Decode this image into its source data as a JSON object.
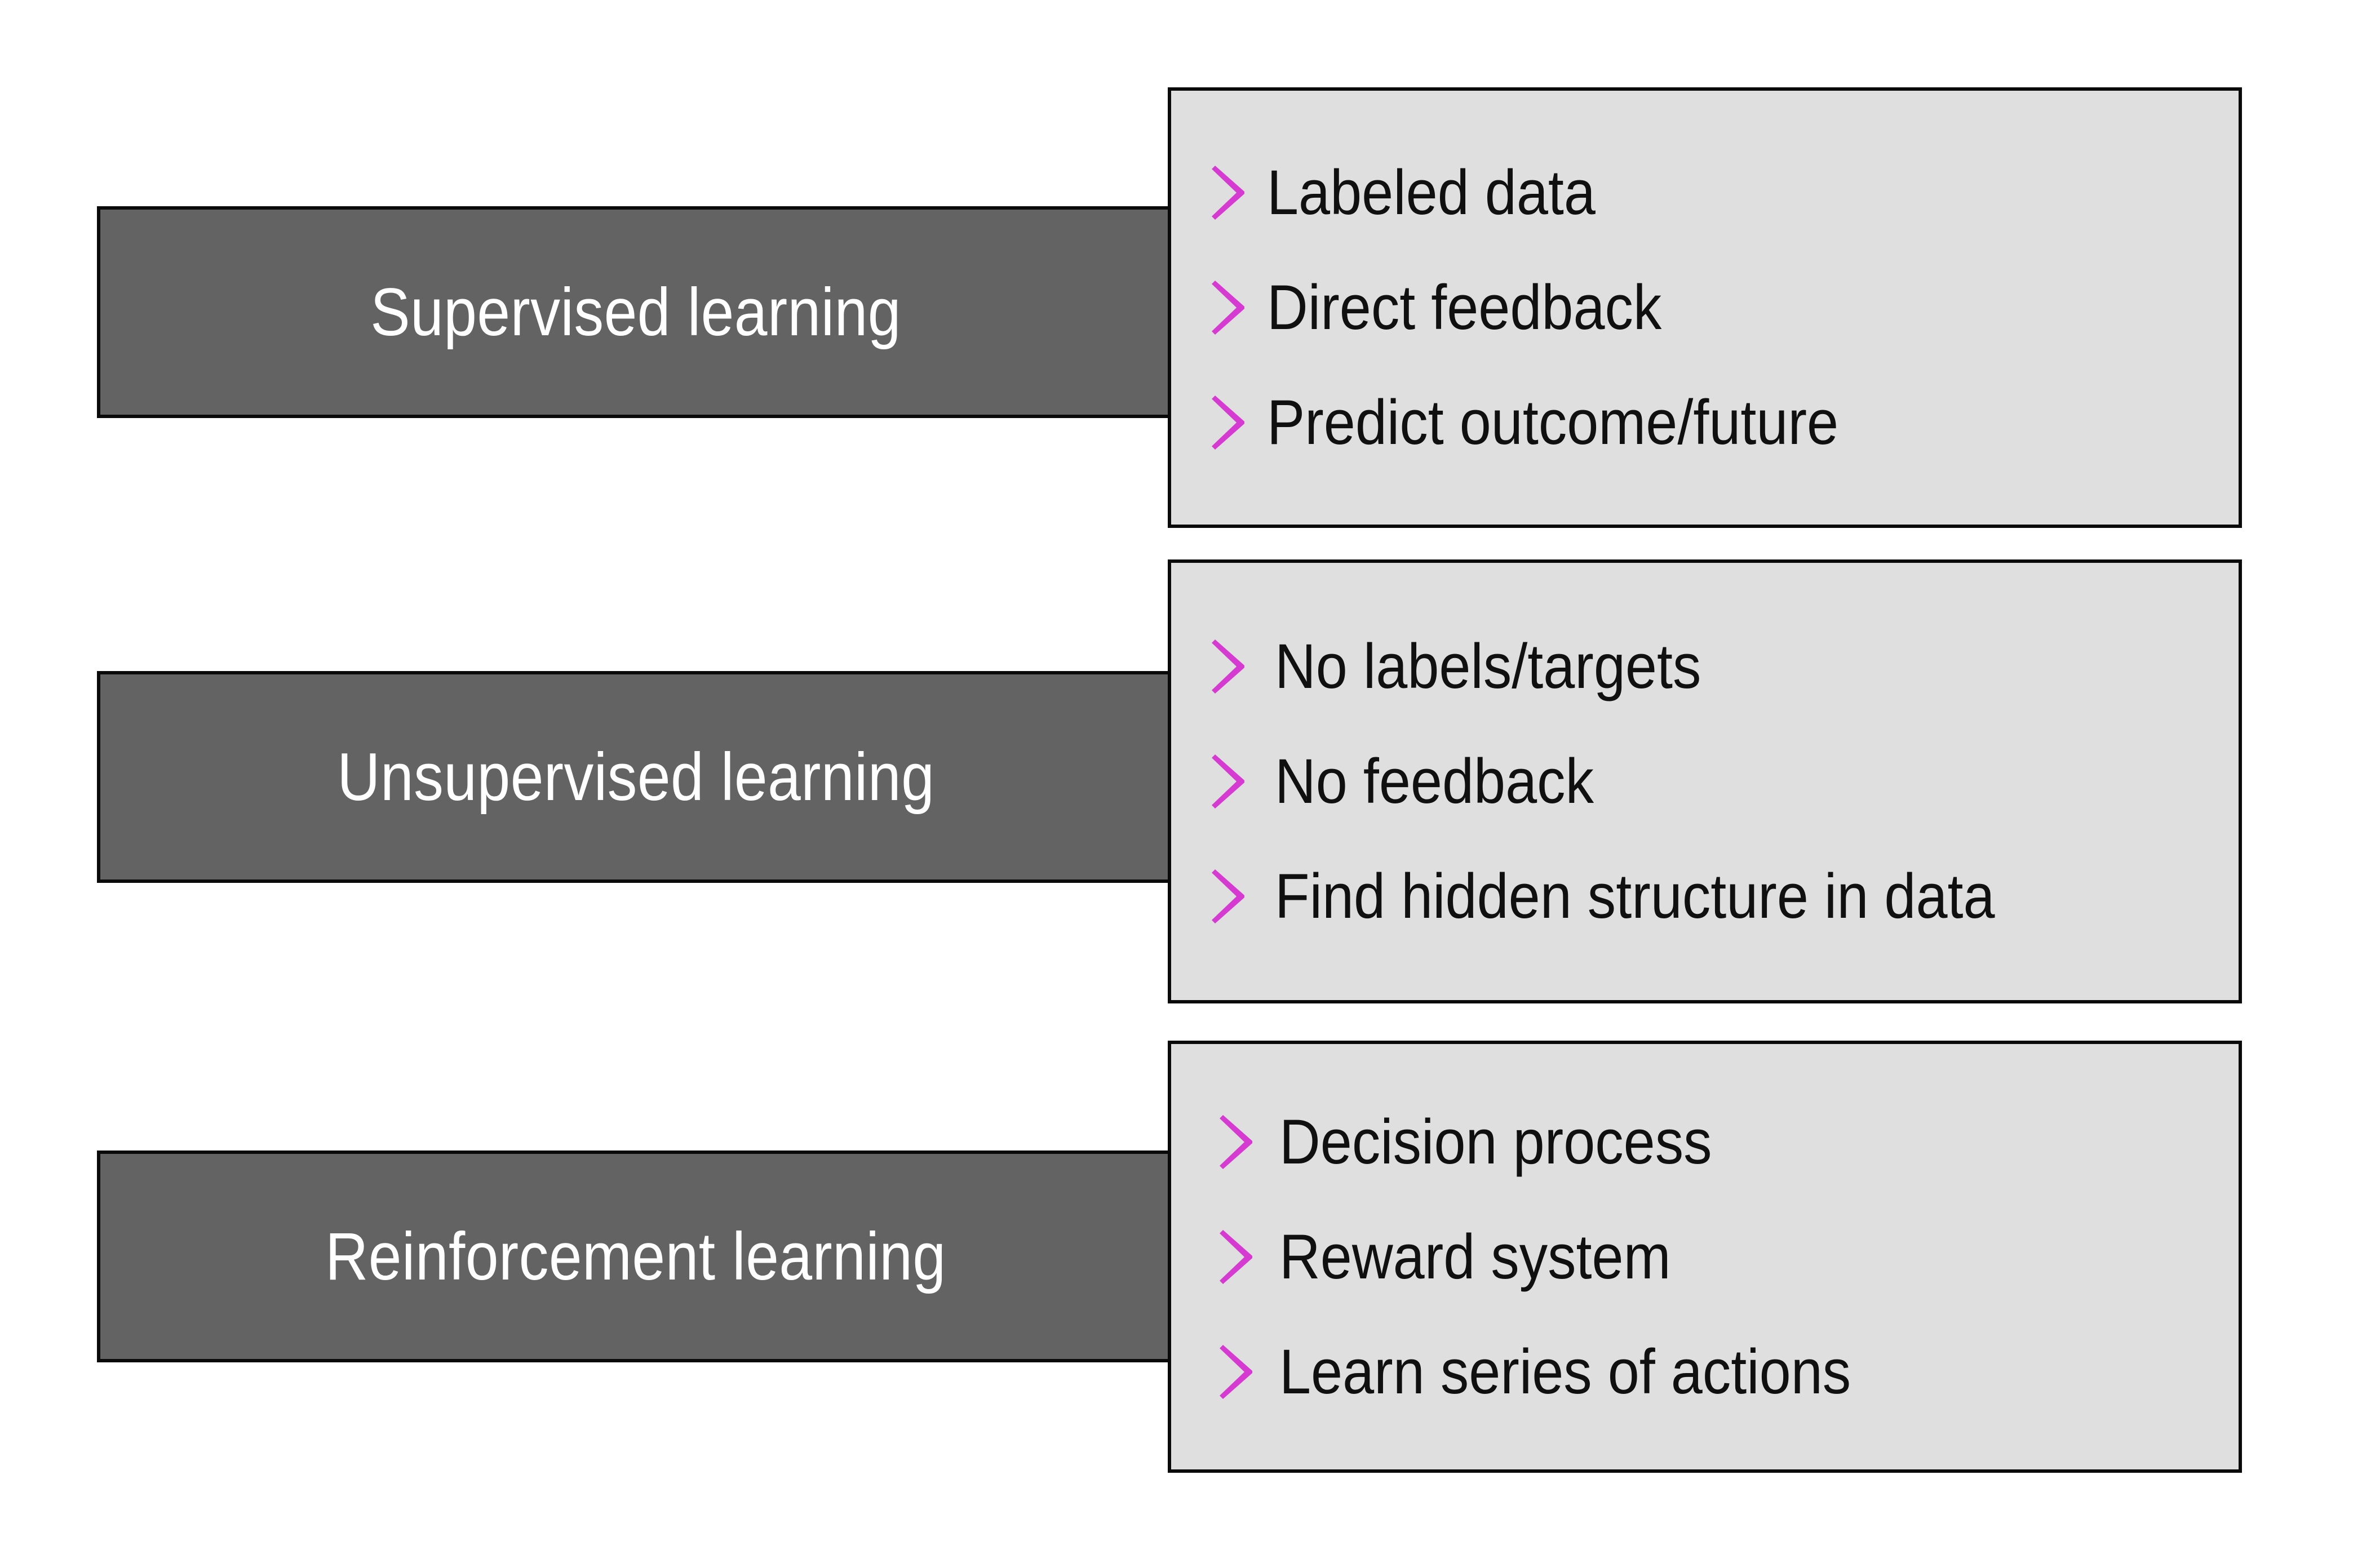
{
  "slide": {
    "background_color": "#ffffff",
    "title": "",
    "colors": {
      "category_bar_fill": "#636363",
      "category_bar_label": "#ffffff",
      "panel_fill": "#dfdfdf",
      "panel_border": "#0a0a0a",
      "bullet_chevron": "#d53bd0",
      "bullet_text": "#101010"
    }
  },
  "rows": [
    {
      "category": "Supervised learning",
      "bullet_icon": "chevron-right-icon",
      "bullets": [
        "Labeled data",
        "Direct feedback",
        "Predict outcome/future"
      ]
    },
    {
      "category": "Unsupervised learning",
      "bullet_icon": "chevron-right-icon",
      "bullets": [
        "No labels/targets",
        "No feedback",
        "Find hidden structure in data"
      ]
    },
    {
      "category": "Reinforcement learning",
      "bullet_icon": "chevron-right-icon",
      "bullets": [
        "Decision process",
        "Reward system",
        "Learn series of actions"
      ]
    }
  ]
}
